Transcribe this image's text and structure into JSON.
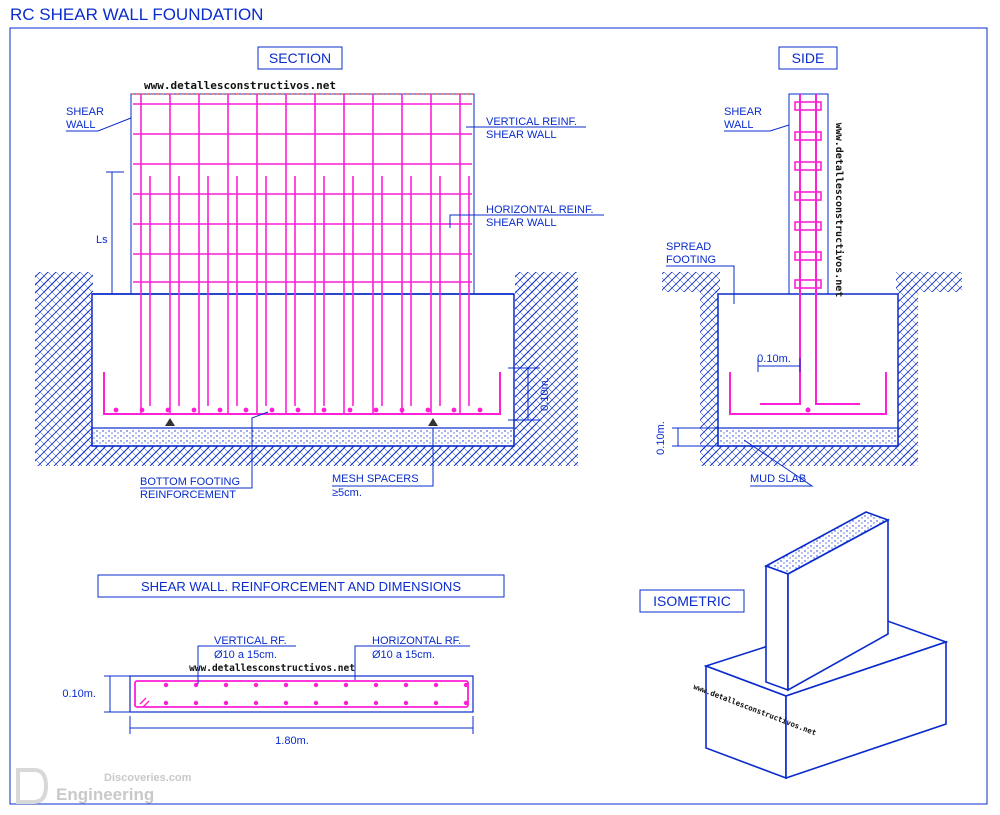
{
  "title": "RC SHEAR WALL FOUNDATION",
  "website": "www.detallesconstructivos.net",
  "section": {
    "label": "SECTION",
    "shear_wall": [
      "SHEAR",
      "WALL"
    ],
    "vertical_reinf": [
      "VERTICAL REINF.",
      "SHEAR WALL"
    ],
    "horizontal_reinf": [
      "HORIZONTAL REINF.",
      "SHEAR WALL"
    ],
    "ls": "Ls",
    "dim_height": "0.10m.",
    "bottom_reinf": [
      "BOTTOM FOOTING",
      "REINFORCEMENT"
    ],
    "mesh_spacers": [
      "MESH SPACERS",
      "≥5cm."
    ]
  },
  "side": {
    "label": "SIDE",
    "shear_wall": [
      "SHEAR",
      "WALL"
    ],
    "spread_footing": [
      "SPREAD",
      "FOOTING"
    ],
    "dim_width": "0.10m.",
    "dim_slab": "0.10m.",
    "mud_slab": "MUD SLAB"
  },
  "plan": {
    "label": "SHEAR WALL. REINFORCEMENT AND DIMENSIONS",
    "vertical_rf": [
      "VERTICAL RF.",
      "Ø10 a 15cm."
    ],
    "horizontal_rf": [
      "HORIZONTAL RF.",
      "Ø10 a 15cm."
    ],
    "dim_thickness": "0.10m.",
    "dim_length": "1.80m."
  },
  "isometric": {
    "label": "ISOMETRIC"
  },
  "watermark": {
    "line1": "Discoveries.com",
    "line2": "Engineering"
  },
  "colors": {
    "line": "#0a2ccc",
    "rebar": "#ff1fd6",
    "soil": "#0a2ccc"
  }
}
